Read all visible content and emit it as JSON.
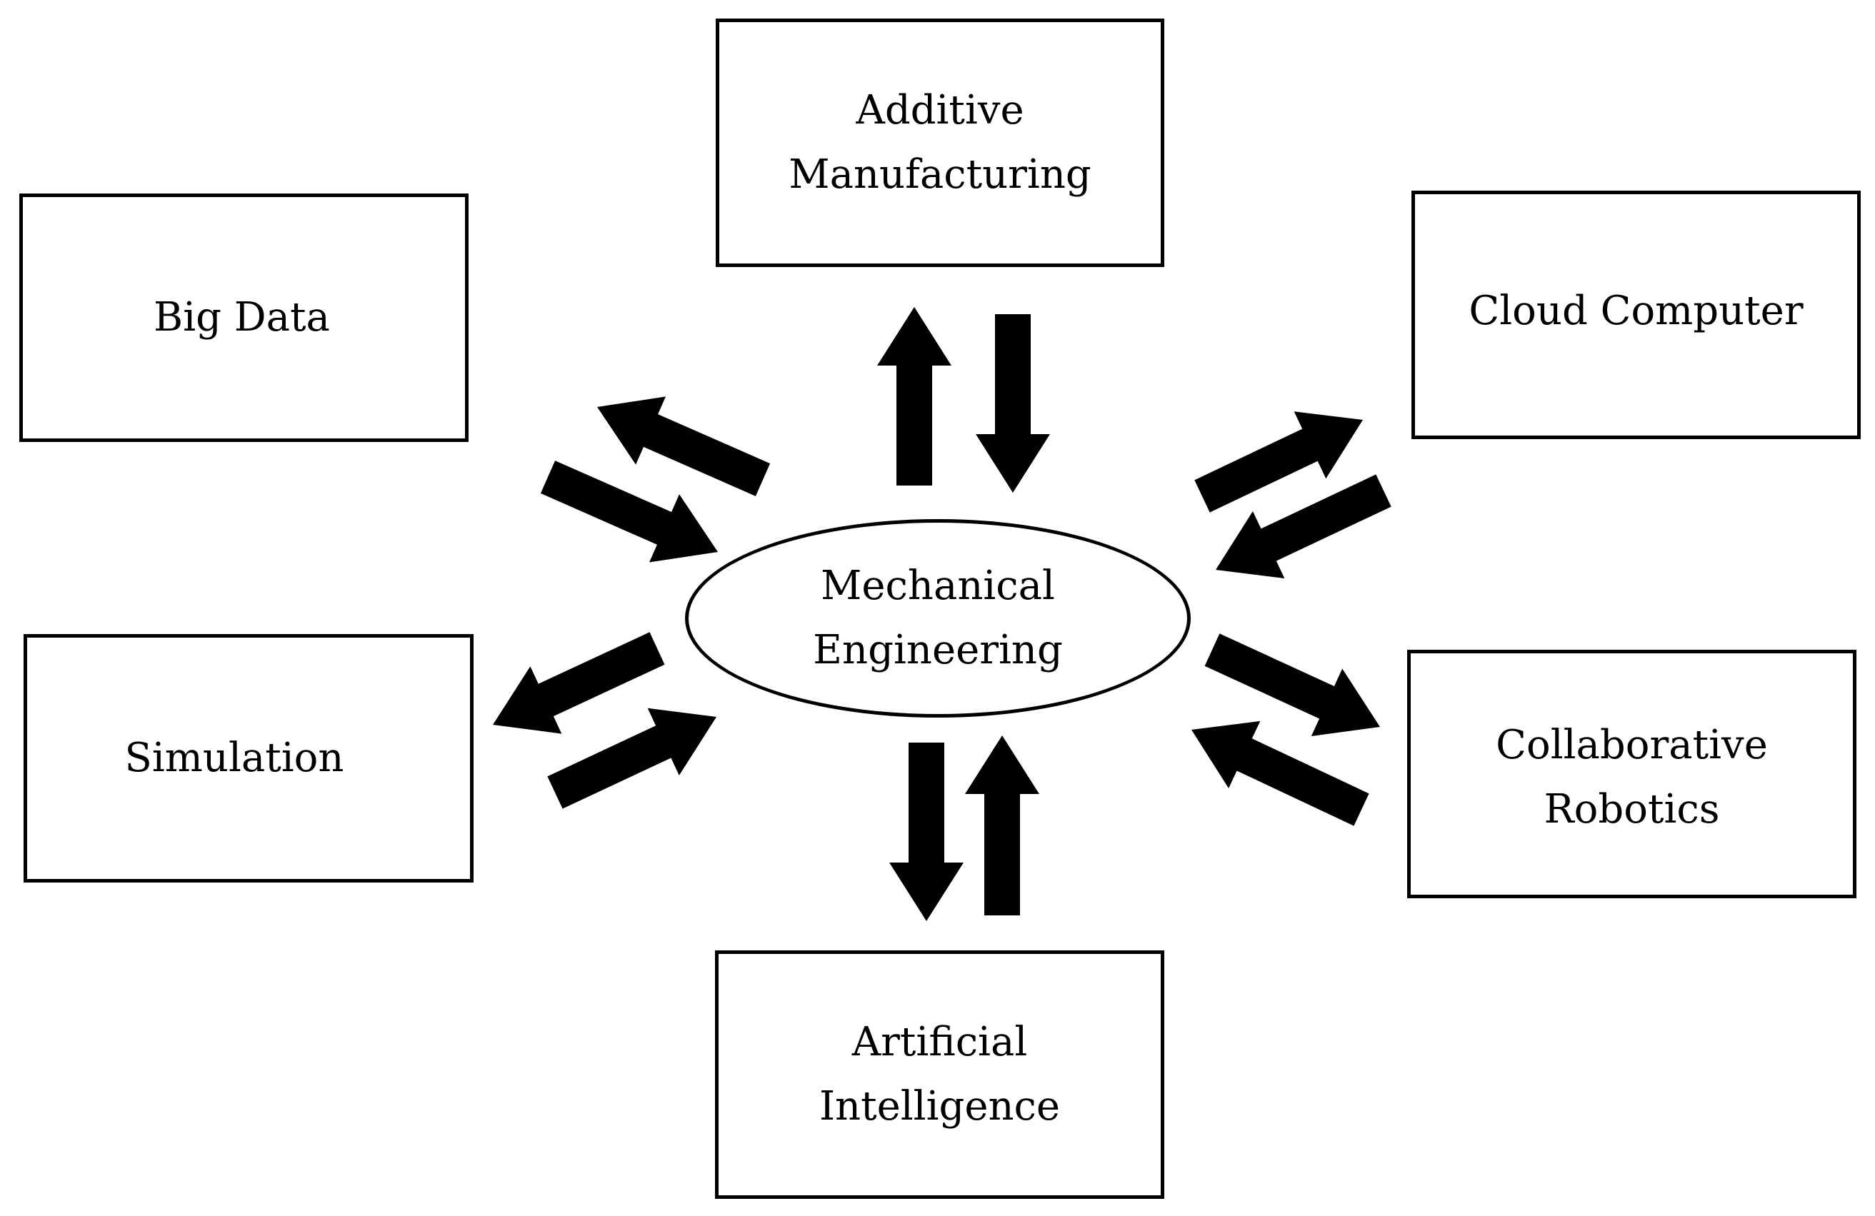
{
  "diagram": {
    "center": {
      "label": "Mechanical\nEngineering"
    },
    "nodes": {
      "additive_manufacturing": {
        "label": "Additive\nManufacturing"
      },
      "big_data": {
        "label": "Big Data"
      },
      "cloud_computer": {
        "label": "Cloud Computer"
      },
      "simulation": {
        "label": "Simulation"
      },
      "collaborative_robotics": {
        "label": "Collaborative\nRobotics"
      },
      "artificial_intelligence": {
        "label": "Artificial\nIntelligence"
      }
    },
    "connections": [
      {
        "from": "Mechanical Engineering",
        "to": "Additive Manufacturing"
      },
      {
        "from": "Additive Manufacturing",
        "to": "Mechanical Engineering"
      },
      {
        "from": "Mechanical Engineering",
        "to": "Big Data"
      },
      {
        "from": "Big Data",
        "to": "Mechanical Engineering"
      },
      {
        "from": "Mechanical Engineering",
        "to": "Cloud Computer"
      },
      {
        "from": "Cloud Computer",
        "to": "Mechanical Engineering"
      },
      {
        "from": "Mechanical Engineering",
        "to": "Simulation"
      },
      {
        "from": "Simulation",
        "to": "Mechanical Engineering"
      },
      {
        "from": "Mechanical Engineering",
        "to": "Collaborative Robotics"
      },
      {
        "from": "Collaborative Robotics",
        "to": "Mechanical Engineering"
      },
      {
        "from": "Mechanical Engineering",
        "to": "Artificial Intelligence"
      },
      {
        "from": "Artificial Intelligence",
        "to": "Mechanical Engineering"
      }
    ],
    "colors": {
      "stroke": "#000000",
      "arrow_fill": "#000000",
      "background": "#ffffff"
    }
  }
}
